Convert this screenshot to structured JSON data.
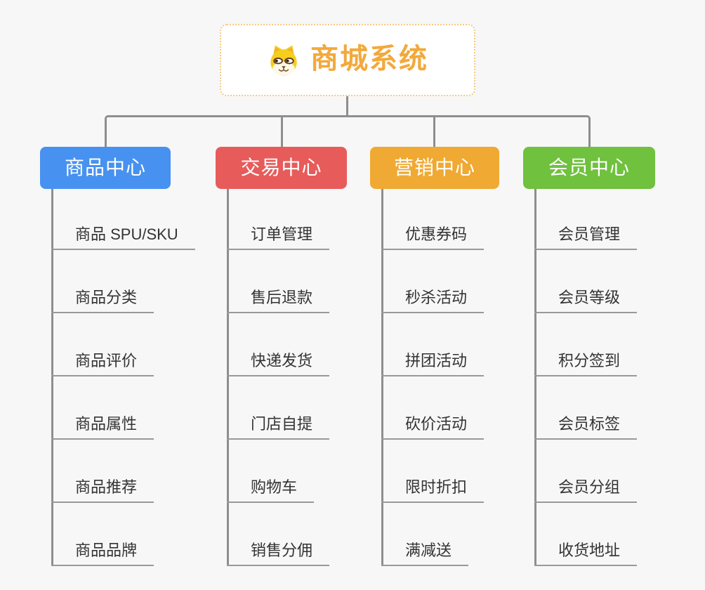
{
  "background_color": "#F7F7F7",
  "connector_color": "#8E8E8E",
  "root": {
    "title": "商城系统",
    "icon": "dog-face-icon",
    "text_color": "#F2A93C",
    "border_color": "#F6C97F"
  },
  "branches": [
    {
      "label": "商品中心",
      "color": "#4791F0",
      "items": [
        "商品 SPU/SKU",
        "商品分类",
        "商品评价",
        "商品属性",
        "商品推荐",
        "商品品牌"
      ]
    },
    {
      "label": "交易中心",
      "color": "#E85B5B",
      "items": [
        "订单管理",
        "售后退款",
        "快递发货",
        "门店自提",
        "购物车",
        "销售分佣"
      ]
    },
    {
      "label": "营销中心",
      "color": "#F0A932",
      "items": [
        "优惠券码",
        "秒杀活动",
        "拼团活动",
        "砍价活动",
        "限时折扣",
        "满减送"
      ]
    },
    {
      "label": "会员中心",
      "color": "#70C13E",
      "items": [
        "会员管理",
        "会员等级",
        "积分签到",
        "会员标签",
        "会员分组",
        "收货地址"
      ]
    }
  ]
}
